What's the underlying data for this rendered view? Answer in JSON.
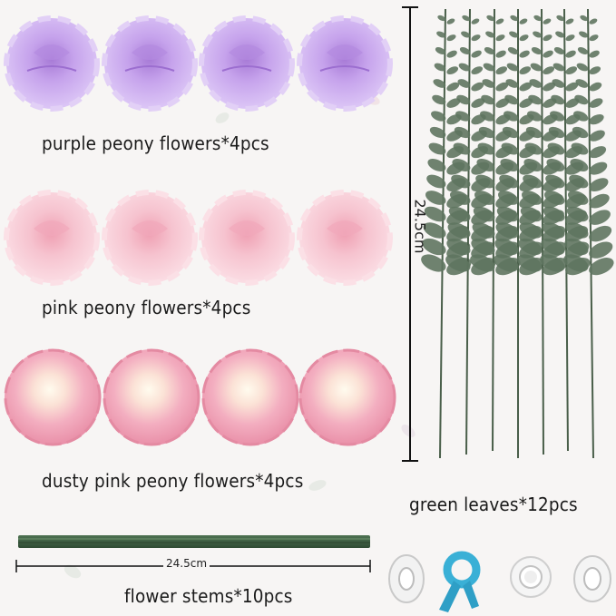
{
  "labels": {
    "purple": "purple peony flowers*4pcs",
    "pink": "pink peony flowers*4pcs",
    "dusty": "dusty pink peony flowers*4pcs",
    "leaves": "green leaves*12pcs",
    "stems": "flower stems*10pcs"
  },
  "dimensions": {
    "leaf_height": "24.5cm",
    "stem_length": "24.5cm"
  },
  "colors": {
    "purple": "#c9a9ec",
    "pink": "#f4c6d1",
    "dusty": "#ef9fb4",
    "dusty_center": "#fdf4e6",
    "leaf": "#5f7560",
    "stem": "#3d5a40"
  }
}
